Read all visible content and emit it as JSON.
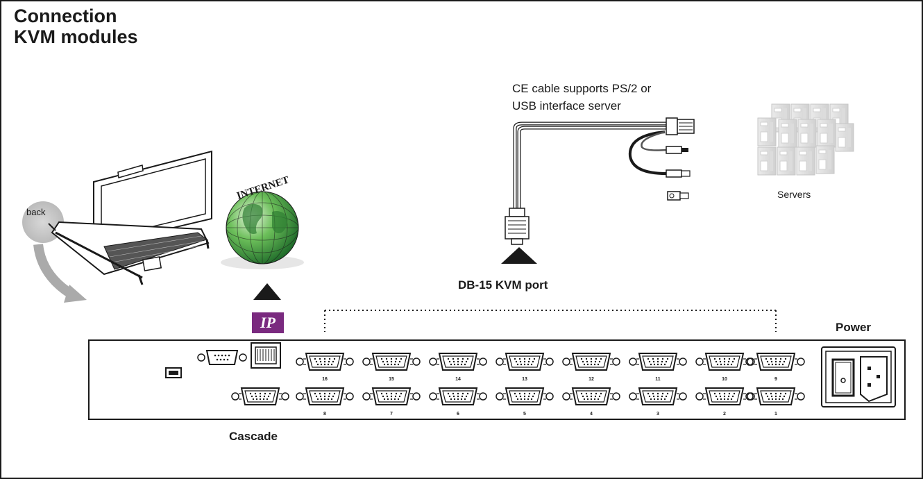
{
  "title": {
    "line1": "Connection",
    "line2": "KVM modules"
  },
  "labels": {
    "back": "back",
    "internet": "INTERNET",
    "ip": "IP",
    "ce_cable": "CE cable supports PS/2 or\nUSB interface server",
    "servers": "Servers",
    "db15": "DB-15 KVM port",
    "power": "Power",
    "cascade": "Cascade"
  },
  "ports": {
    "top": [
      "16",
      "15",
      "14",
      "13",
      "12",
      "11",
      "10",
      "9"
    ],
    "bottom": [
      "8",
      "7",
      "6",
      "5",
      "4",
      "3",
      "2",
      "1"
    ]
  },
  "colors": {
    "ip_badge": "#7a2a7f",
    "globe_green": "#3a9a3a",
    "outline": "#1a1a1a"
  }
}
